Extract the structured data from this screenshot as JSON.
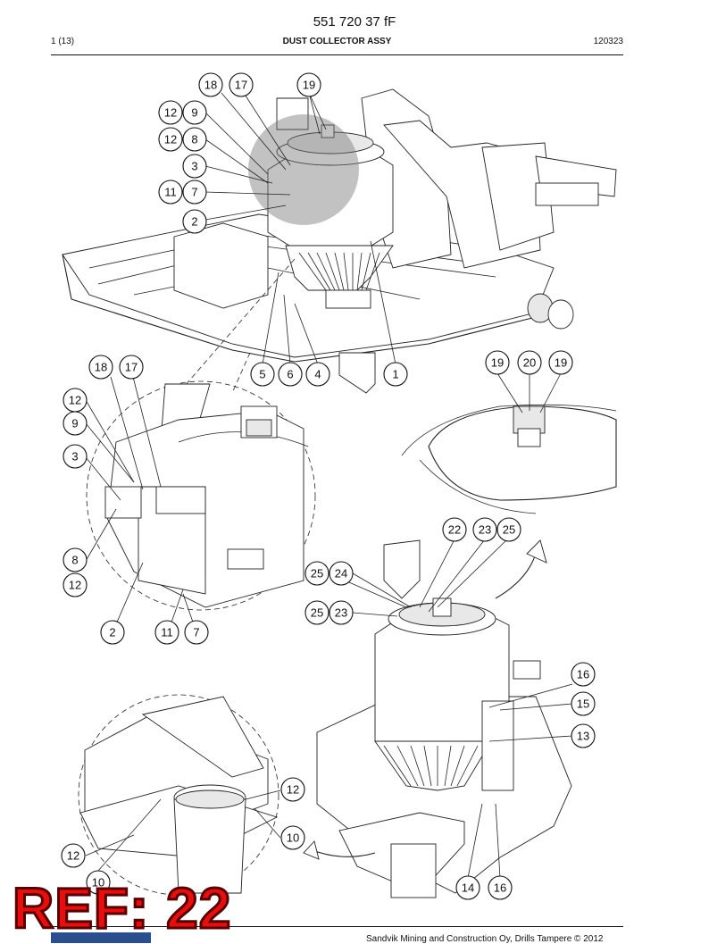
{
  "header": {
    "doc_number": "551 720 37 fF",
    "page": "1 (13)",
    "title": "DUST COLLECTOR ASSY",
    "code": "120323"
  },
  "footer": {
    "copyright": "Sandvik Mining and Construction Oy, Drills Tampere © 2012"
  },
  "stamp": {
    "text": "REF: 22",
    "color": "#e31010"
  },
  "callouts": {
    "main_view": [
      "18",
      "17",
      "19",
      "12",
      "9",
      "12",
      "8",
      "3",
      "11",
      "7",
      "2",
      "5",
      "6",
      "4",
      "1"
    ],
    "detail_left": [
      "18",
      "17",
      "12",
      "9",
      "3",
      "8",
      "12",
      "2",
      "11",
      "7"
    ],
    "detail_top_right": [
      "19",
      "20",
      "19"
    ],
    "rear_view": [
      "22",
      "23",
      "25",
      "25",
      "24",
      "25",
      "23",
      "16",
      "15",
      "13",
      "14",
      "16"
    ],
    "detail_bottom_left": [
      "12",
      "10",
      "12",
      "10"
    ]
  },
  "icons": {
    "arrows": [
      "rotate-arrow-icon",
      "rotate-arrow-icon"
    ]
  }
}
